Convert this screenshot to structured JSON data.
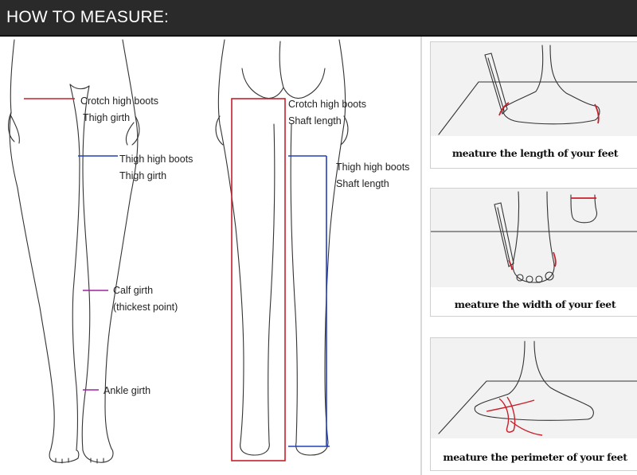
{
  "header": {
    "title": "HOW TO MEASURE:"
  },
  "front_labels": {
    "crotch_boots": "Crotch high boots",
    "crotch_thigh_girth": "Thigh girth",
    "thigh_boots": "Thigh high boots",
    "thigh_thigh_girth": "Thigh girth",
    "calf_girth": "Calf girth",
    "calf_note": "(thickest point)",
    "ankle_girth": "Ankle girth"
  },
  "back_labels": {
    "crotch_boots": "Crotch high boots",
    "crotch_shaft": "Shaft length",
    "thigh_boots": "Thigh high boots",
    "thigh_shaft": "Shaft length"
  },
  "feet_cards": [
    {
      "caption": "meature the length of your feet"
    },
    {
      "caption": "meature the width of your feet"
    },
    {
      "caption": "meature the perimeter of your feet"
    }
  ],
  "colors": {
    "header_bg": "#2a2a2a",
    "measure_red": "#c8202a",
    "measure_blue": "#2040b8",
    "measure_purple": "#a020a0",
    "outline": "#333333"
  }
}
